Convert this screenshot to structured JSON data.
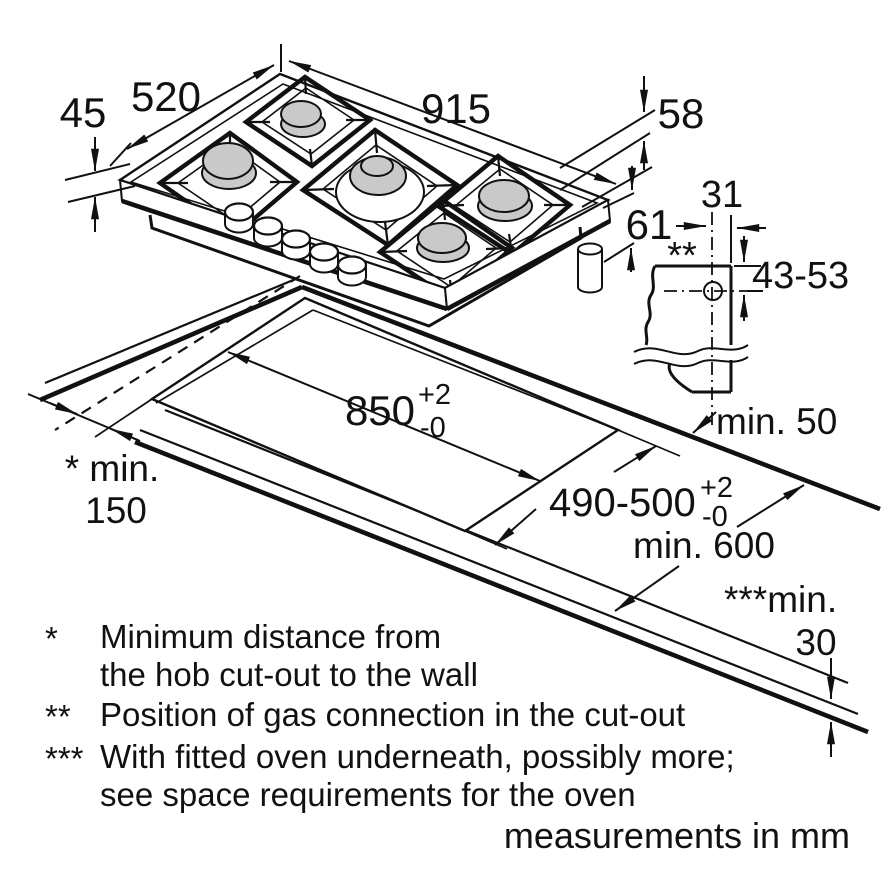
{
  "diagram_type": "gas hob installation dimension drawing",
  "dims": {
    "edge_height": "45",
    "depth": "520",
    "width": "915",
    "depth_below_a": "58",
    "depth_below_b": "61",
    "gas_offset_h": "31",
    "gas_offset_v": "43-53",
    "gas_marker": "**",
    "rear_clearance": "min. 50",
    "cutout_width": "850",
    "cutout_width_tol_up": "+2",
    "cutout_width_tol_dn": "-0",
    "cutout_depth": "490-500",
    "cutout_depth_tol_up": "+2",
    "cutout_depth_tol_dn": "-0",
    "worktop_depth": "min. 600",
    "side_clearance_label": "* min.",
    "side_clearance_value": "150",
    "front_clearance_label": "***min.",
    "front_clearance_value": "30"
  },
  "footnotes": {
    "f1_marker": "*",
    "f1_line1": "Minimum distance from",
    "f1_line2": "the hob cut-out to the wall",
    "f2_marker": "**",
    "f2_line1": "Position of gas connection in the cut-out",
    "f3_marker": "***",
    "f3_line1": "With fitted oven underneath, possibly more;",
    "f3_line2": "see space requirements for the oven"
  },
  "units_note": "measurements in mm",
  "colors": {
    "line": "#111111",
    "burner_cap": "#c9c9c9",
    "background": "#ffffff"
  }
}
